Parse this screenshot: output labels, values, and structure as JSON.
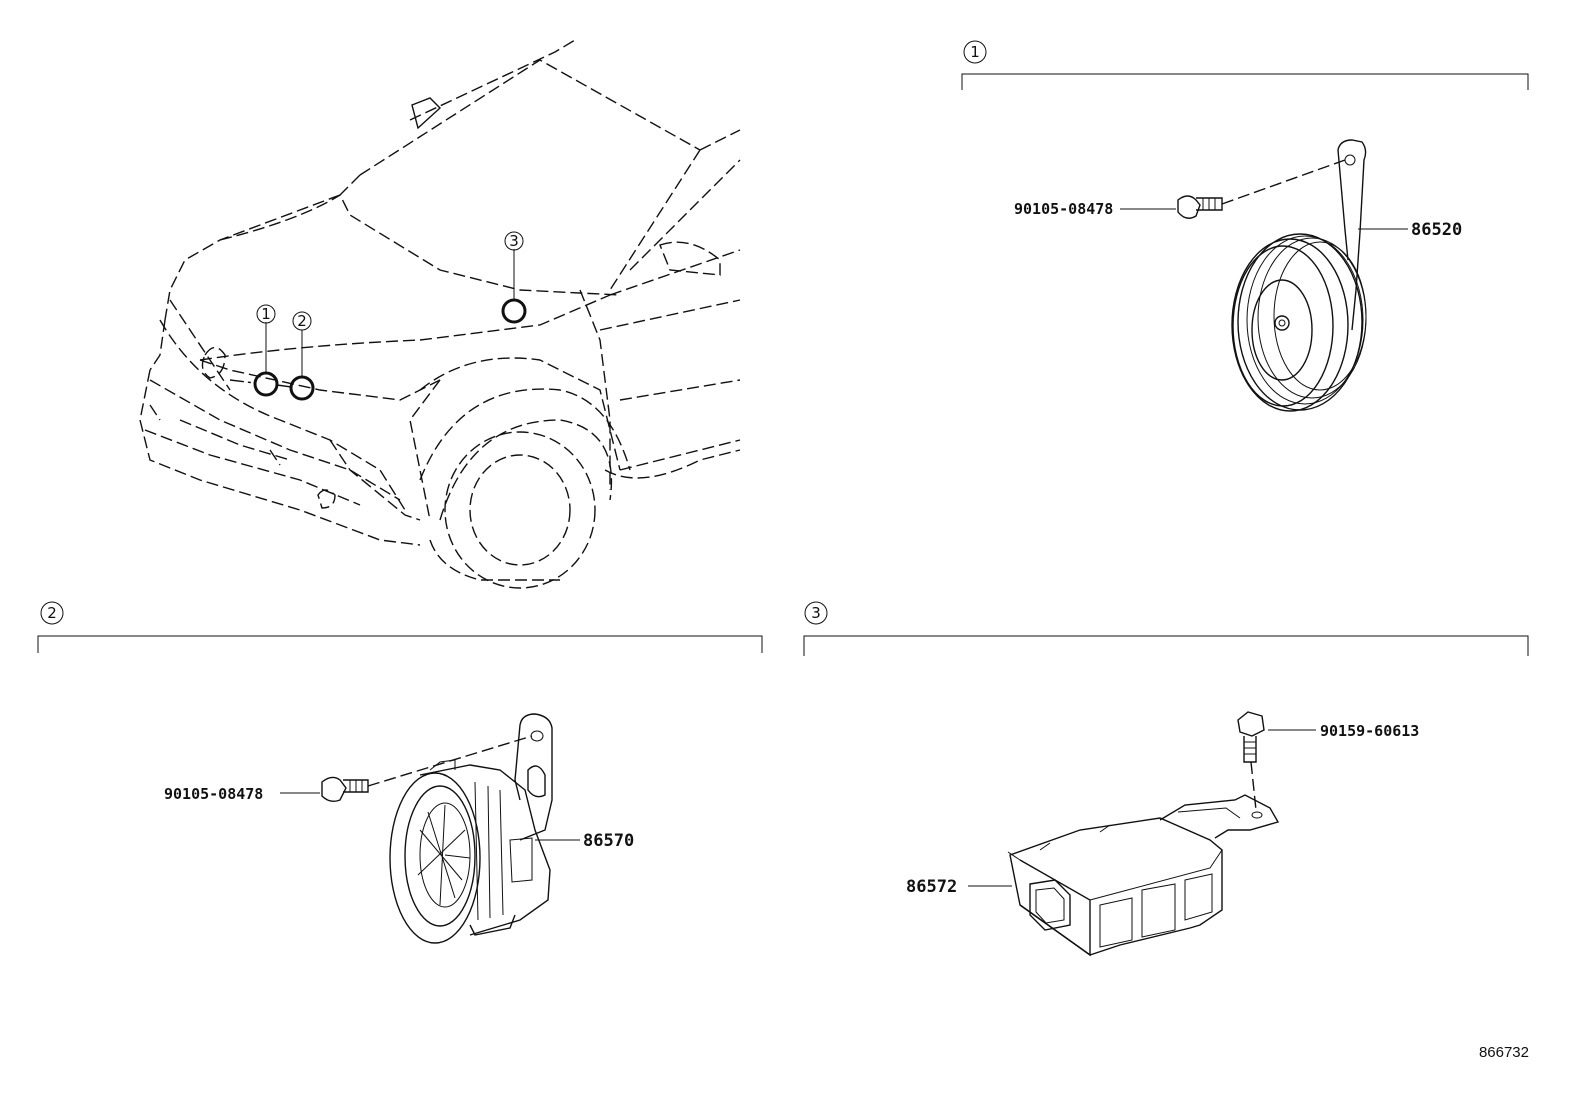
{
  "callouts": {
    "one": "1",
    "two": "2",
    "three": "3"
  },
  "parts": {
    "horn_bolt": "90105-08478",
    "horn": "86520",
    "sounder_bolt": "90105-08478",
    "sounder": "86570",
    "ecu_bolt": "90159-60613",
    "ecu": "86572"
  },
  "illustration_number": "866732"
}
